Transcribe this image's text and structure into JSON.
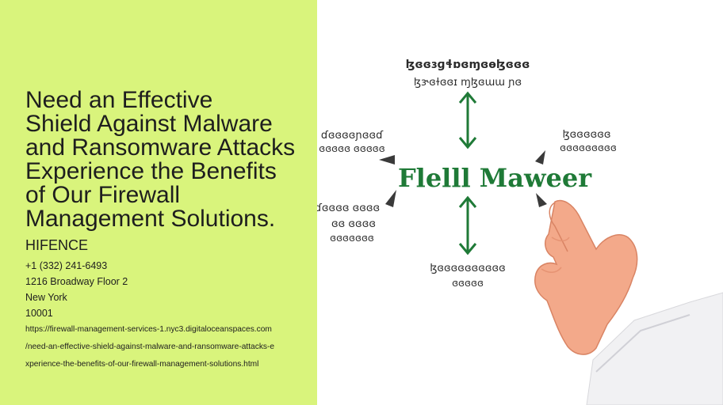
{
  "title_lines": [
    "Need an Effective",
    "Shield Against Malware",
    "and Ransomware Attacks",
    "Experience the Benefits",
    "of Our Firewall",
    "Management Solutions."
  ],
  "company": "HIFENCE",
  "contact": {
    "phone": "+1 (332) 241-6493",
    "street": "1216 Broadway Floor 2",
    "city": "New York",
    "zip": "10001"
  },
  "url_lines": [
    "https://firewall-management-services-1.nyc3.digitaloceanspaces.com",
    "/need-an-effective-shield-against-malware-and-ransomware-attacks-e",
    "xperience-the-benefits-of-our-firewall-management-solutions.html"
  ],
  "image": {
    "center_label": "Flelll Maweer",
    "top_label": [
      "ɮɞɞɜɡɬɒɞɱɞɵɮɞɞɞ",
      "ɮɝɞɫɞɞɪ ɱɮɞɯɯ ɲɞ"
    ],
    "left_label": [
      "ɗɞɞɞɞɲɞɞɗ",
      "ɞɞɞɞɞ ɞɞɞɞɞ"
    ],
    "right_label": [
      "ɮɞɞɞɞɞɞ",
      "ɞɞɞɞɞɞɞɞɞ"
    ],
    "bottom_left_label": [
      "ɗɞɞɞɞ ɞɞɞɞ",
      "ɞɞ ɞɞɞɞ",
      "ɞɞɞɞɞɞɞ"
    ],
    "bottom_label": [
      "ɮɞɞɞɞɞɞɞɞɞɞ",
      "ɞɞɞɞɞ"
    ],
    "accent_color": "#1f7a37"
  }
}
